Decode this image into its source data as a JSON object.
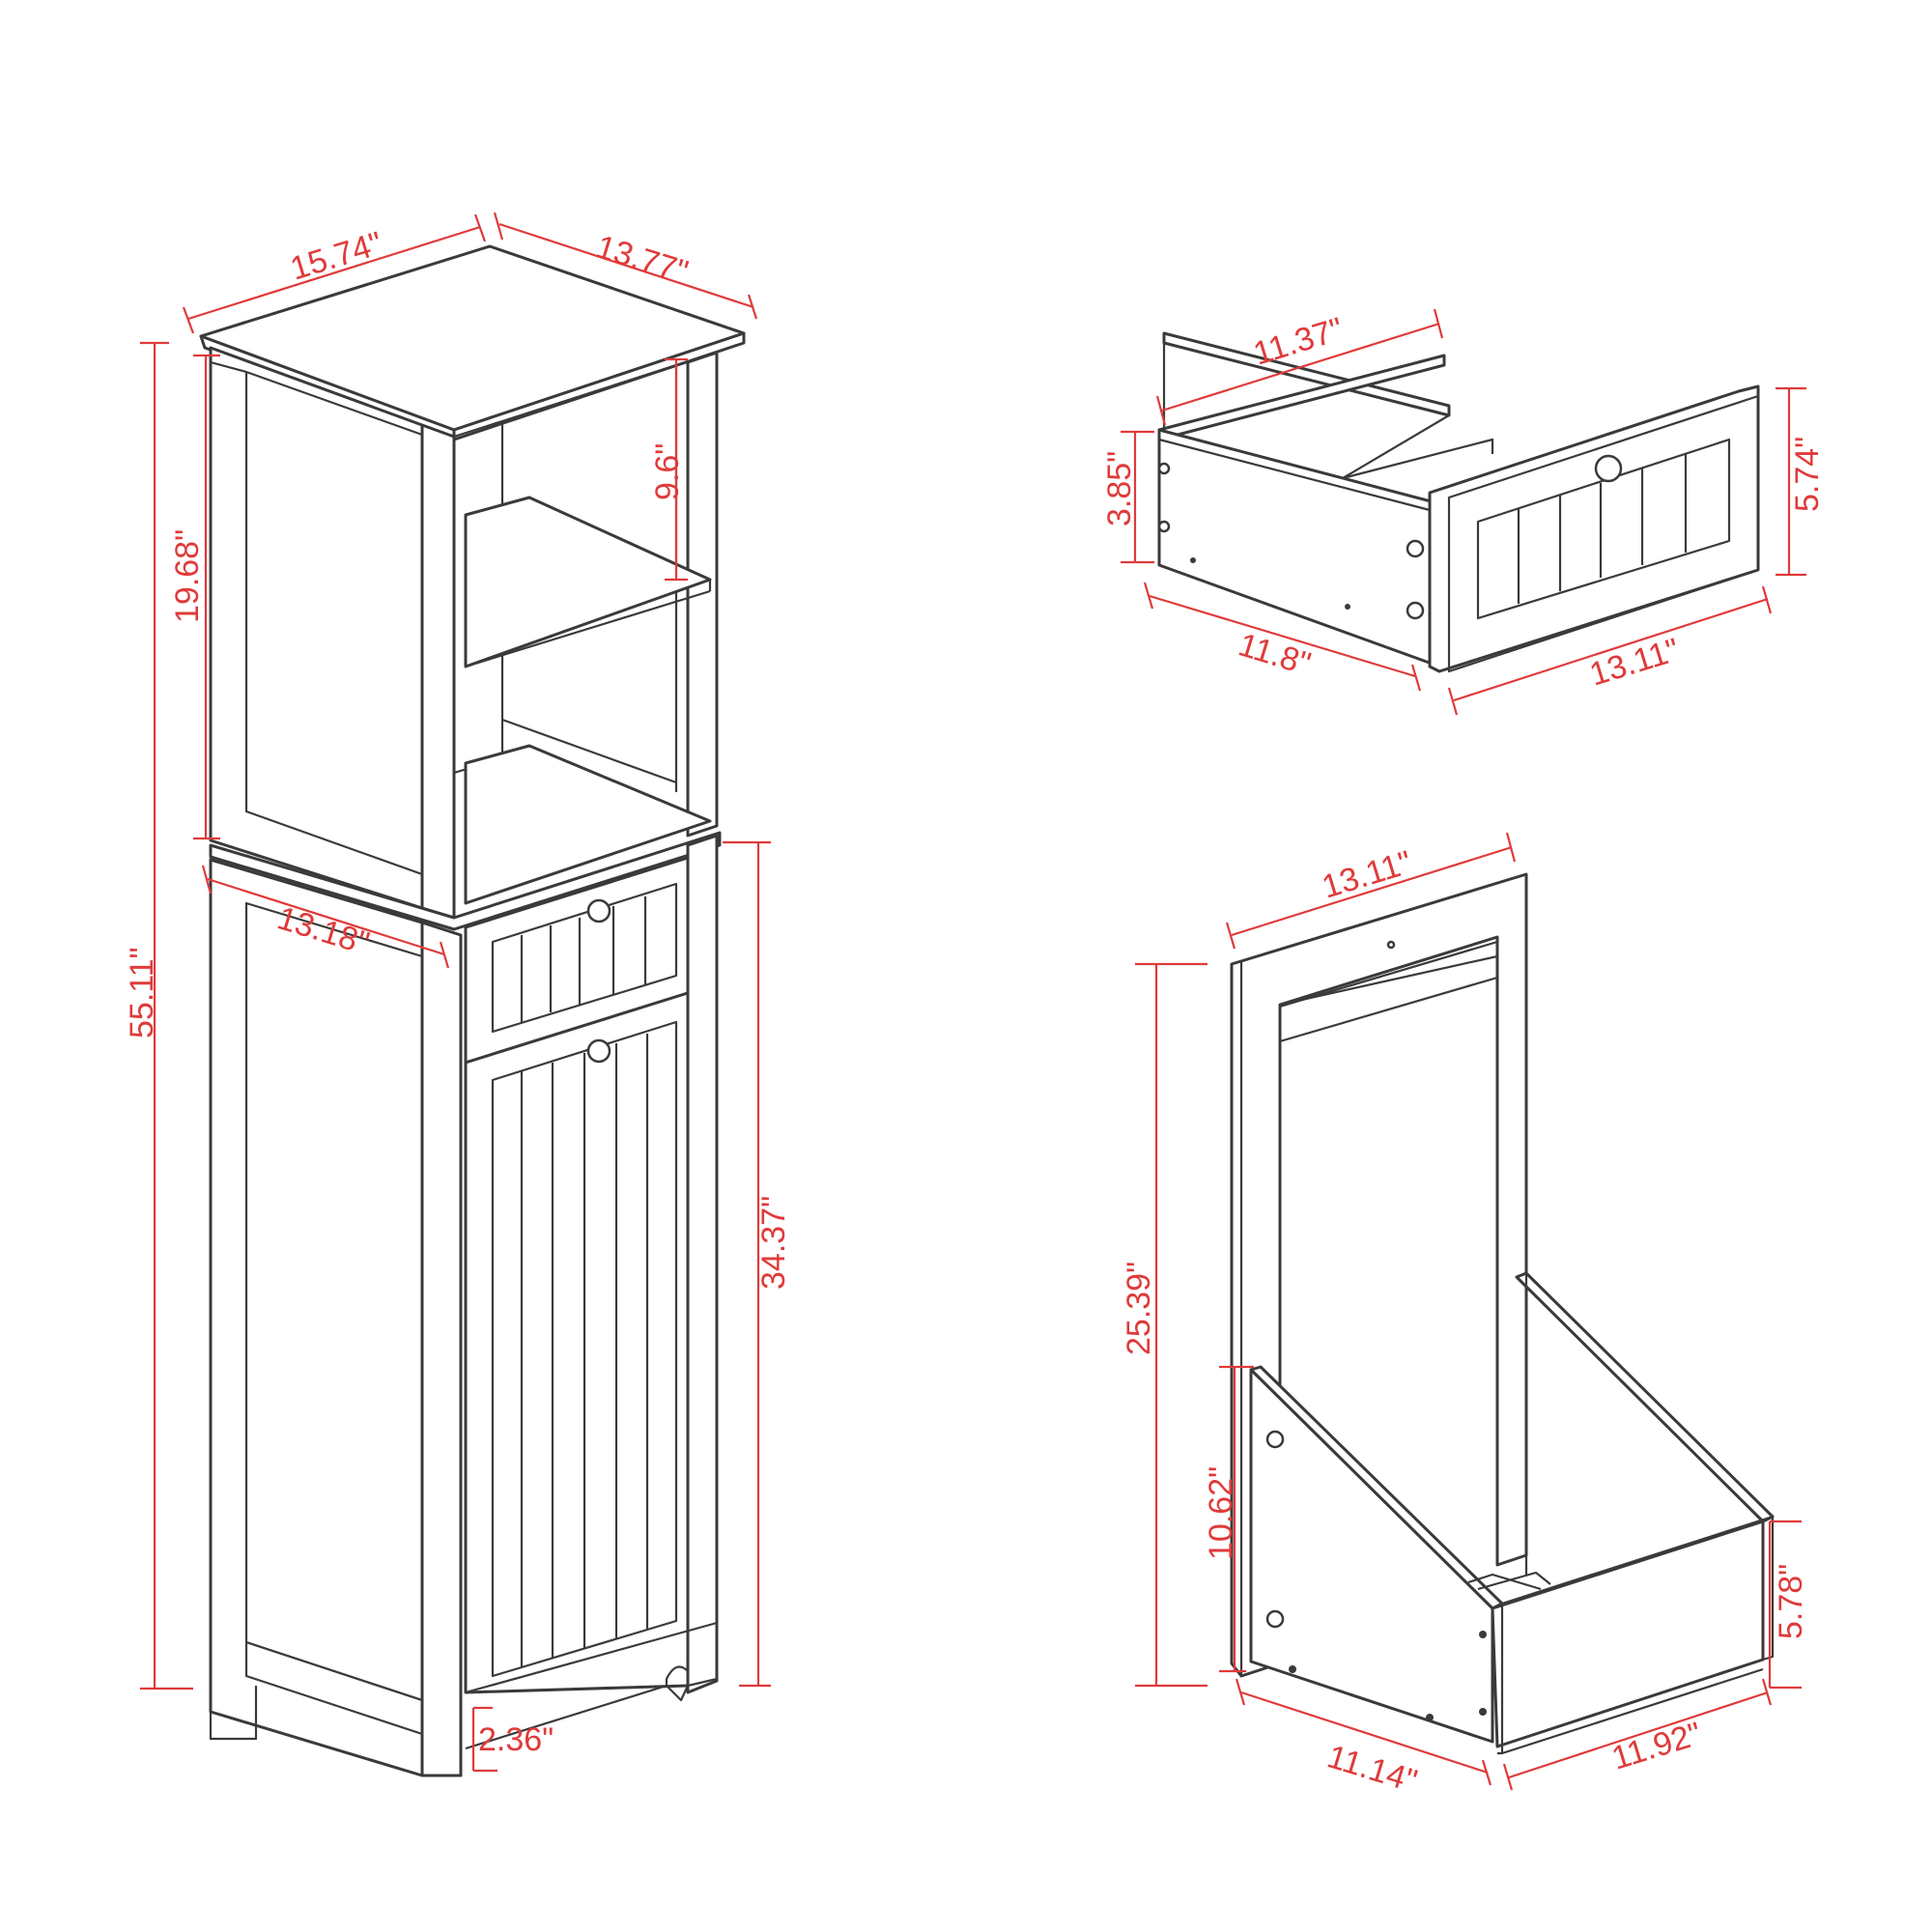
{
  "dimensions": {
    "cabinet_top_width": "15.74\"",
    "cabinet_top_depth": "13.77\"",
    "cabinet_total_height": "55.11\"",
    "cabinet_upper_height": "19.68\"",
    "cabinet_shelf_gap": "9.6\"",
    "cabinet_lower_depth": "13.18\"",
    "cabinet_lower_height": "34.37\"",
    "cabinet_foot_height": "2.36\"",
    "drawer_width": "11.37\"",
    "drawer_side_height": "3.85\"",
    "drawer_front_height": "5.74\"",
    "drawer_depth": "11.8\"",
    "drawer_front_width": "13.11\"",
    "hamper_width": "13.11\"",
    "hamper_height": "25.39\"",
    "hamper_side_height": "10.62\"",
    "hamper_front_height": "5.78\"",
    "hamper_depth": "11.14\"",
    "hamper_front_width": "11.92\""
  },
  "colors": {
    "outline": "#3a3a3a",
    "dimension": "#e03a3a"
  }
}
